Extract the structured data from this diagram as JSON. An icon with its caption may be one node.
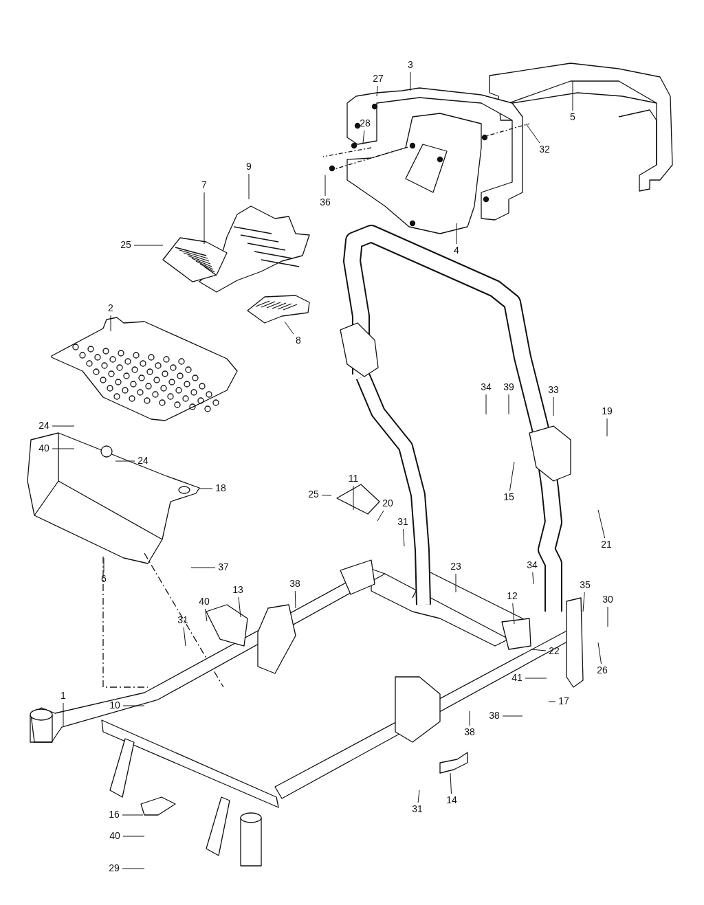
{
  "diagram": {
    "nodes": [
      {
        "text": [
          "3"
        ]
      },
      {
        "text": [
          "27"
        ]
      },
      {
        "text": [
          "5"
        ]
      },
      {
        "text": [
          "28"
        ]
      },
      {
        "text": [
          "32"
        ]
      },
      {
        "text": [
          "9"
        ]
      },
      {
        "text": [
          "7"
        ]
      },
      {
        "text": [
          "36"
        ]
      },
      {
        "text": [
          "25"
        ]
      },
      {
        "text": [
          "4"
        ]
      },
      {
        "text": [
          "2"
        ]
      },
      {
        "text": [
          "8"
        ]
      },
      {
        "text": [
          "34"
        ]
      },
      {
        "text": [
          "39"
        ]
      },
      {
        "text": [
          "33"
        ]
      },
      {
        "text": [
          "19"
        ]
      },
      {
        "text": [
          "24"
        ]
      },
      {
        "text": [
          "40"
        ]
      },
      {
        "text": [
          "24"
        ]
      },
      {
        "text": [
          "11"
        ]
      },
      {
        "text": [
          "18"
        ]
      },
      {
        "text": [
          "25"
        ]
      },
      {
        "text": [
          "15"
        ]
      },
      {
        "text": [
          "20"
        ]
      },
      {
        "text": [
          "31"
        ]
      },
      {
        "text": [
          "21"
        ]
      },
      {
        "text": [
          "23"
        ]
      },
      {
        "text": [
          "37"
        ]
      },
      {
        "text": [
          "6"
        ]
      },
      {
        "text": [
          "34"
        ]
      },
      {
        "text": [
          "38"
        ]
      },
      {
        "text": [
          "35"
        ]
      },
      {
        "text": [
          "13"
        ]
      },
      {
        "text": [
          "12"
        ]
      },
      {
        "text": [
          "30"
        ]
      },
      {
        "text": [
          "40"
        ]
      },
      {
        "text": [
          "31"
        ]
      },
      {
        "text": [
          "22"
        ]
      },
      {
        "text": [
          "26"
        ]
      },
      {
        "text": [
          "41"
        ]
      },
      {
        "text": [
          "1"
        ]
      },
      {
        "text": [
          "17"
        ]
      },
      {
        "text": [
          "10"
        ]
      },
      {
        "text": [
          "38"
        ]
      },
      {
        "text": [
          "38"
        ]
      },
      {
        "text": [
          "14"
        ]
      },
      {
        "text": [
          "31"
        ]
      },
      {
        "text": [
          "16"
        ]
      },
      {
        "text": [
          "40"
        ]
      },
      {
        "text": [
          "29"
        ]
      }
    ],
    "edges": [
      {
        "from": 0,
        "to": null,
        "arrow": "none"
      },
      {
        "from": 1,
        "to": null,
        "arrow": "none"
      },
      {
        "from": 2,
        "to": null,
        "arrow": "none"
      },
      {
        "from": 3,
        "to": null,
        "arrow": "none"
      },
      {
        "from": 4,
        "to": null,
        "arrow": "none"
      },
      {
        "from": 5,
        "to": null,
        "arrow": "none"
      },
      {
        "from": 6,
        "to": null,
        "arrow": "none"
      },
      {
        "from": 7,
        "to": null,
        "arrow": "none"
      },
      {
        "from": 8,
        "to": null,
        "arrow": "none"
      },
      {
        "from": 9,
        "to": null,
        "arrow": "none"
      },
      {
        "from": 10,
        "to": null,
        "arrow": "none"
      },
      {
        "from": 11,
        "to": null,
        "arrow": "none"
      },
      {
        "from": 12,
        "to": null,
        "arrow": "none"
      },
      {
        "from": 13,
        "to": null,
        "arrow": "none"
      },
      {
        "from": 14,
        "to": null,
        "arrow": "none"
      },
      {
        "from": 15,
        "to": null,
        "arrow": "none"
      },
      {
        "from": 16,
        "to": null,
        "arrow": "none"
      },
      {
        "from": 17,
        "to": null,
        "arrow": "none"
      },
      {
        "from": 18,
        "to": null,
        "arrow": "none"
      },
      {
        "from": 19,
        "to": null,
        "arrow": "none"
      },
      {
        "from": 20,
        "to": null,
        "arrow": "none"
      },
      {
        "from": 21,
        "to": null,
        "arrow": "none"
      },
      {
        "from": 22,
        "to": null,
        "arrow": "none"
      },
      {
        "from": 23,
        "to": null,
        "arrow": "none"
      },
      {
        "from": 24,
        "to": null,
        "arrow": "none"
      },
      {
        "from": 25,
        "to": null,
        "arrow": "none"
      },
      {
        "from": 26,
        "to": null,
        "arrow": "none"
      },
      {
        "from": 27,
        "to": null,
        "arrow": "none"
      },
      {
        "from": 28,
        "to": null,
        "arrow": "none"
      },
      {
        "from": 29,
        "to": null,
        "arrow": "none"
      },
      {
        "from": 30,
        "to": null,
        "arrow": "none"
      },
      {
        "from": 31,
        "to": null,
        "arrow": "none"
      },
      {
        "from": 32,
        "to": null,
        "arrow": "none"
      },
      {
        "from": 33,
        "to": null,
        "arrow": "none"
      },
      {
        "from": 34,
        "to": null,
        "arrow": "none"
      },
      {
        "from": 35,
        "to": null,
        "arrow": "none"
      },
      {
        "from": 36,
        "to": null,
        "arrow": "none"
      },
      {
        "from": 37,
        "to": null,
        "arrow": "none"
      },
      {
        "from": 38,
        "to": null,
        "arrow": "none"
      },
      {
        "from": 39,
        "to": null,
        "arrow": "none"
      },
      {
        "from": 40,
        "to": null,
        "arrow": "none"
      },
      {
        "from": 41,
        "to": null,
        "arrow": "none"
      },
      {
        "from": 42,
        "to": null,
        "arrow": "none"
      },
      {
        "from": 43,
        "to": null,
        "arrow": "none"
      },
      {
        "from": 44,
        "to": null,
        "arrow": "none"
      },
      {
        "from": 45,
        "to": null,
        "arrow": "none"
      },
      {
        "from": 46,
        "to": null,
        "arrow": "none"
      },
      {
        "from": 47,
        "to": null,
        "arrow": "none"
      },
      {
        "from": 48,
        "to": null,
        "arrow": "none"
      },
      {
        "from": 49,
        "to": null,
        "arrow": "none"
      }
    ]
  }
}
